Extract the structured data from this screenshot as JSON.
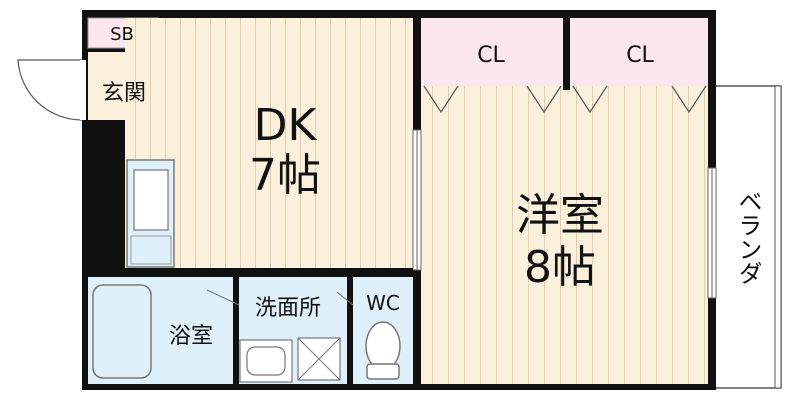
{
  "rooms": {
    "dk": {
      "name": "DK",
      "size": "7帖"
    },
    "western": {
      "name": "洋室",
      "size": "8帖"
    },
    "sb": "SB",
    "entrance": "玄関",
    "closet_left": "CL",
    "closet_right": "CL",
    "bath": "浴室",
    "washroom": "洗面所",
    "wc": "WC",
    "veranda": "ベランダ"
  },
  "colors": {
    "wall": "#111111",
    "wood_floor": "#fbf0dc",
    "wood_line": "#e2cdae",
    "closet": "#fde7ee",
    "wet_area": "#dff0fb",
    "fixture_line": "#7a7a7a"
  }
}
